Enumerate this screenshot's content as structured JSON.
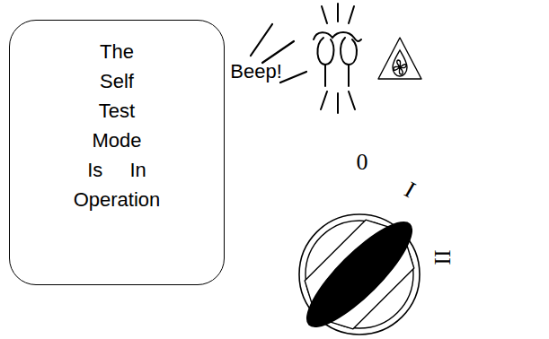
{
  "diagram": {
    "nodes": [
      {
        "text": [
          "The Self Test Mode Is In Operation"
        ]
      }
    ],
    "labels": [
      "Beep!",
      "0",
      "I",
      "II"
    ]
  }
}
